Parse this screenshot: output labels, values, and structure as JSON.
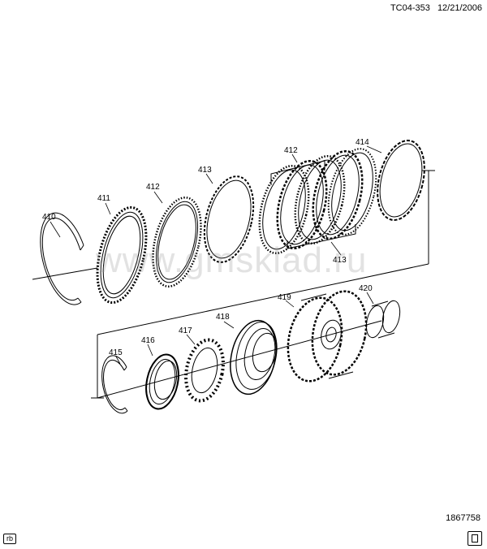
{
  "header": {
    "code": "TC04-353",
    "date": "12/21/2006"
  },
  "figure_number": "1867758",
  "corner_tag": "rb",
  "watermark": "www.gmsklad.ru",
  "callouts": {
    "c410": "410",
    "c411": "411",
    "c412a": "412",
    "c413a": "413",
    "c412b": "412",
    "c414": "414",
    "c413b": "413",
    "c415": "415",
    "c416": "416",
    "c417": "417",
    "c418": "418",
    "c419": "419",
    "c420": "420"
  }
}
